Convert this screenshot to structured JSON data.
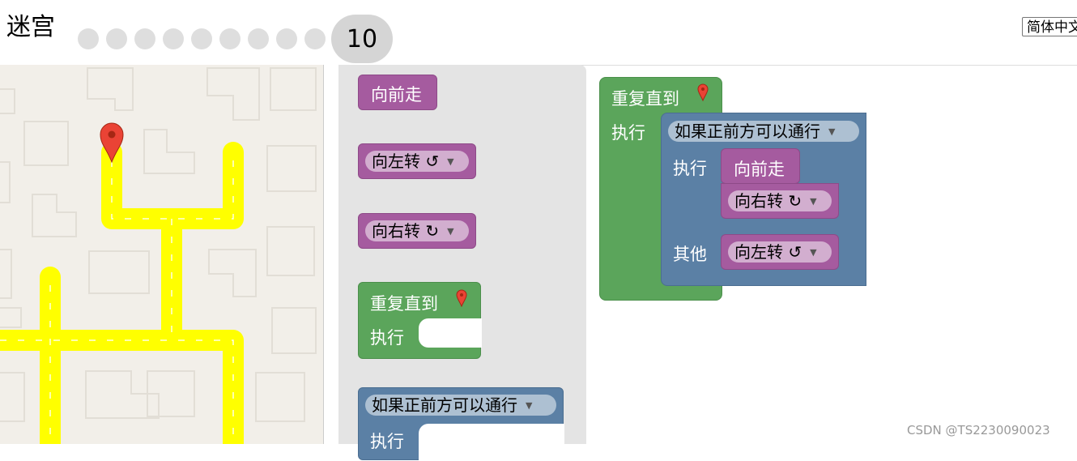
{
  "header": {
    "title": "迷宫",
    "current_level": "10",
    "language": "简体中文"
  },
  "toolbox": {
    "move_forward": "向前走",
    "turn_left": "向左转 ↺",
    "turn_right": "向右转 ↻",
    "repeat_until": "重复直到",
    "do": "执行",
    "if_path_ahead": "如果正前方可以通行"
  },
  "workspace": {
    "repeat_until": "重复直到",
    "do": "执行",
    "if_path_ahead": "如果正前方可以通行",
    "if_do": "执行",
    "move_forward": "向前走",
    "turn_right": "向右转 ↻",
    "else": "其他",
    "turn_left": "向左转 ↺"
  },
  "watermark": "CSDN @TS2230090023",
  "colors": {
    "movement": "#a55b9f",
    "loop": "#5ba55b",
    "logic": "#5b80a5",
    "maze_path": "#ffff00",
    "marker": "#ea4335"
  }
}
